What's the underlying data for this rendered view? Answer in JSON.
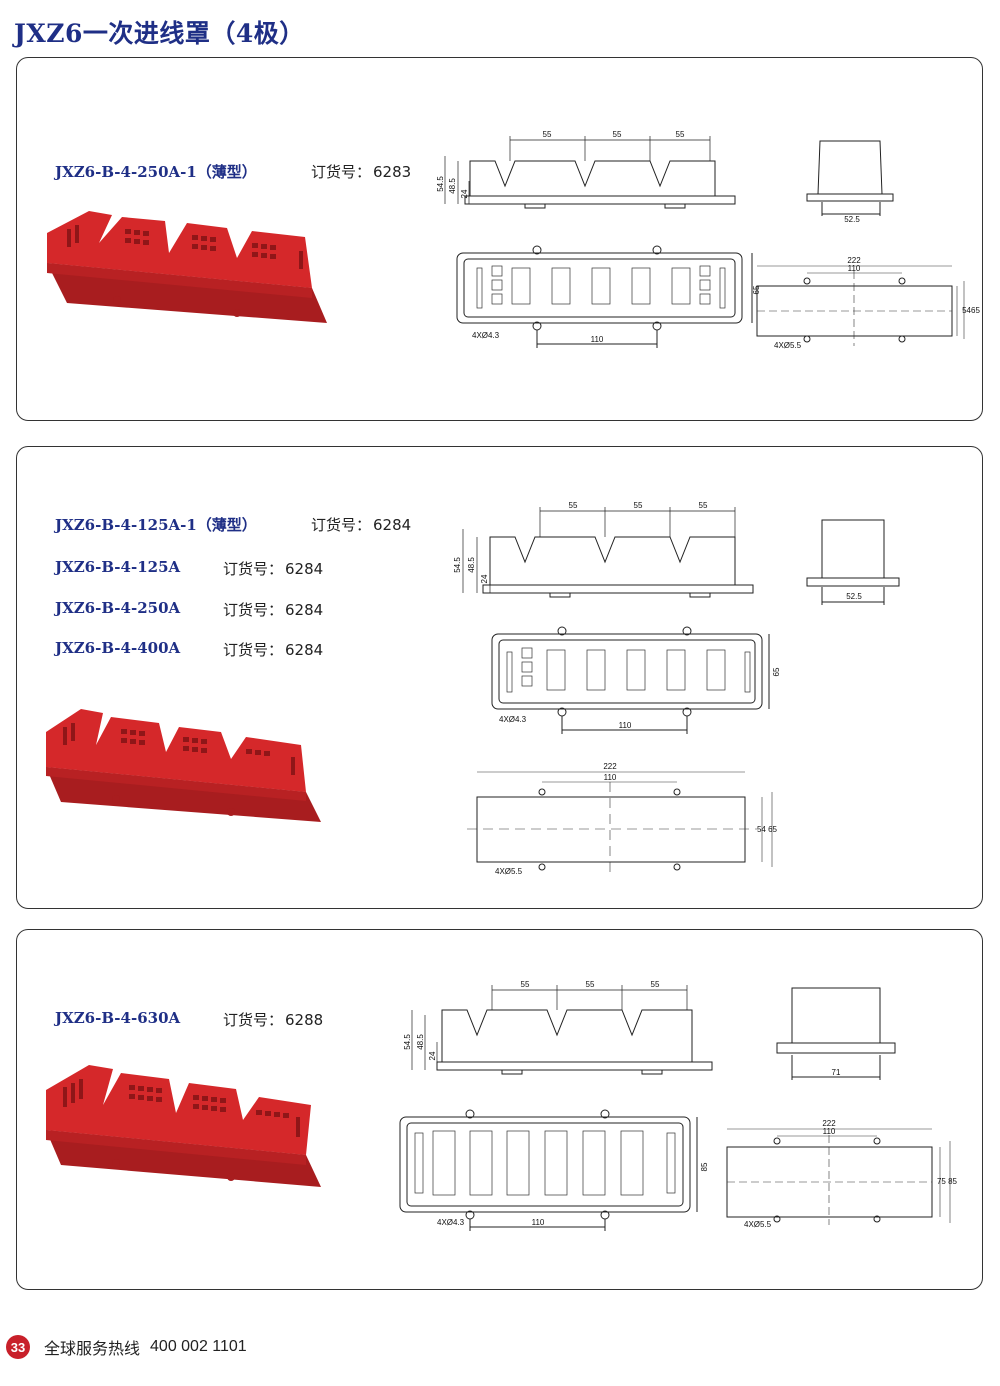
{
  "page": {
    "title": "JXZ6一次进线罩（4极）"
  },
  "sections": [
    {
      "products": [
        {
          "model": "JXZ6-B-4-250A-1（薄型）",
          "order_label": "订货号：",
          "order_no": "6283"
        }
      ],
      "dims": {
        "pitch": "55",
        "h_total": "54.5",
        "h_inner": "48.5",
        "h_low": "24",
        "side_w": "52.5",
        "width": "65",
        "holes_small": "4XØ4.3",
        "hole_spacing": "110",
        "len": "222",
        "len_inner": "110",
        "w_pair": "5465",
        "holes_big": "4XØ5.5"
      }
    },
    {
      "products": [
        {
          "model": "JXZ6-B-4-125A-1（薄型）",
          "order_label": "订货号：",
          "order_no": "6284"
        },
        {
          "model": "JXZ6-B-4-125A",
          "order_label": "订货号：",
          "order_no": "6284"
        },
        {
          "model": "JXZ6-B-4-250A",
          "order_label": "订货号：",
          "order_no": "6284"
        },
        {
          "model": "JXZ6-B-4-400A",
          "order_label": "订货号：",
          "order_no": "6284"
        }
      ],
      "dims": {
        "pitch": "55",
        "h_total": "54.5",
        "h_inner": "48.5",
        "h_low": "24",
        "side_w": "52.5",
        "width": "65",
        "holes_small": "4XØ4.3",
        "hole_spacing": "110",
        "len": "222",
        "len_inner": "110",
        "w_pair": "54 65",
        "holes_big": "4XØ5.5"
      }
    },
    {
      "products": [
        {
          "model": "JXZ6-B-4-630A",
          "order_label": "订货号：",
          "order_no": "6288"
        }
      ],
      "dims": {
        "pitch": "55",
        "h_total": "54.5",
        "h_inner": "48.5",
        "h_low": "24",
        "side_w": "71",
        "width": "85",
        "holes_small": "4XØ4.3",
        "hole_spacing": "110",
        "len": "222",
        "len_inner": "110",
        "w_pair": "75 85",
        "holes_big": "4XØ5.5"
      }
    }
  ],
  "footer": {
    "page_number": "33",
    "hotline_label": "全球服务热线",
    "hotline_number": "400 002 1101"
  },
  "colors": {
    "title_blue": "#1f2f86",
    "product_red": "#d5282a",
    "badge_red": "#c8202a"
  }
}
